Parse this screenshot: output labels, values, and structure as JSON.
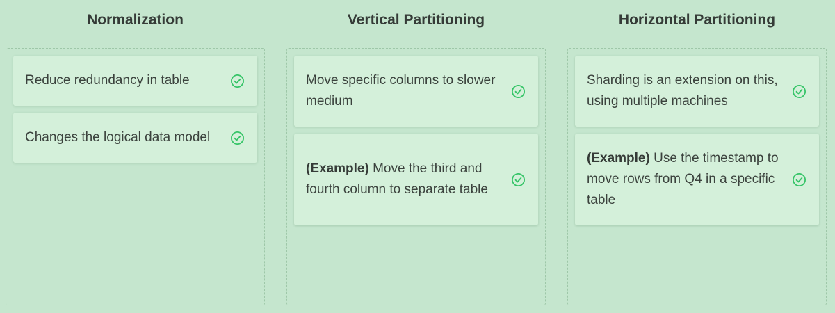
{
  "columns": [
    {
      "title": "Normalization",
      "cards": [
        {
          "prefix": "",
          "text": "Reduce redundancy in table"
        },
        {
          "prefix": "",
          "text": "Changes the logical data model"
        }
      ]
    },
    {
      "title": "Vertical Partitioning",
      "cards": [
        {
          "prefix": "",
          "text": "Move specific columns to slower medium"
        },
        {
          "prefix": "(Example)",
          "text": " Move the third and fourth column to separate table"
        }
      ]
    },
    {
      "title": "Horizontal Partitioning",
      "cards": [
        {
          "prefix": "",
          "text": "Sharding is an extension on this, using multiple machines"
        },
        {
          "prefix": "(Example)",
          "text": " Use the timestamp to move rows from Q4 in a specific table"
        }
      ]
    }
  ],
  "icons": {
    "card_status": "check-circle-icon"
  },
  "colors": {
    "background": "#c5e6ce",
    "card": "#d4f0da",
    "check": "#35c467",
    "dashed_border": "#9ec7a8"
  }
}
